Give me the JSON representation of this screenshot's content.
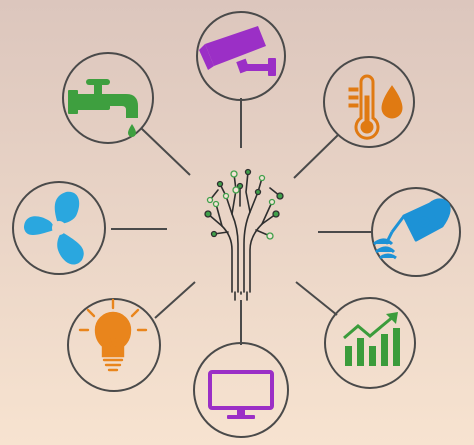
{
  "colors": {
    "background_top": "#dcc6bd",
    "background_bottom": "#f7e3d0",
    "ring_stroke": "#4a4a4a",
    "connector": "#4a4a4a",
    "tree_trunk": "#2f2f2f",
    "tree_leaf": "#3fa04a",
    "camera": "#9b2fc6",
    "thermometer": "#e07a12",
    "faucet": "#3e9f3f",
    "fan": "#2aa7df",
    "watering_can": "#1d92d6",
    "bulb": "#e9851c",
    "chart": "#3b9c3b",
    "monitor": "#9b2fc6"
  },
  "hub": {
    "icon": "circuit-tree-icon"
  },
  "nodes": [
    {
      "id": "camera",
      "icon": "security-camera-icon"
    },
    {
      "id": "thermometer",
      "icon": "thermometer-drop-icon"
    },
    {
      "id": "faucet",
      "icon": "faucet-icon"
    },
    {
      "id": "fan",
      "icon": "fan-icon"
    },
    {
      "id": "watering-can",
      "icon": "watering-can-icon"
    },
    {
      "id": "bulb",
      "icon": "light-bulb-icon"
    },
    {
      "id": "chart",
      "icon": "growth-chart-icon"
    },
    {
      "id": "monitor",
      "icon": "monitor-icon"
    }
  ]
}
